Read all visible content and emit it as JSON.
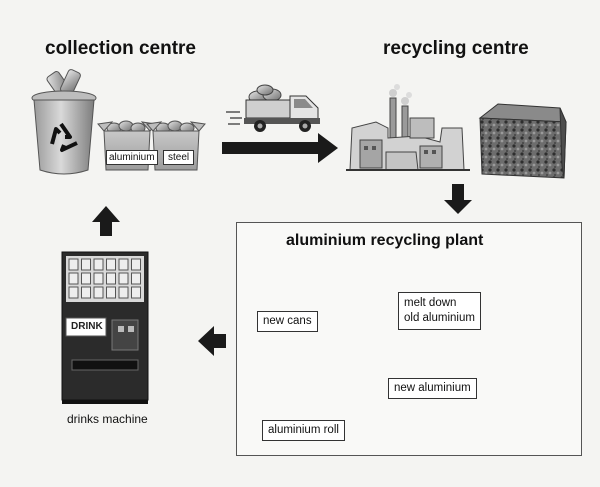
{
  "collection_title": "collection centre",
  "recycling_title": "recycling centre",
  "plant_title": "aluminium recycling plant",
  "box_labels": {
    "aluminium": "aluminium",
    "steel": "steel"
  },
  "vending": {
    "sign": "DRINK",
    "caption": "drinks machine"
  },
  "plant_labels": {
    "new_cans": "new cans",
    "melt_line1": "melt down",
    "melt_line2": "old aluminium",
    "new_aluminium": "new aluminium",
    "aluminium_roll": "aluminium roll"
  },
  "icons": {
    "arrow_color": "#1a1a1a",
    "outline_arrow_color": "#ffffff",
    "recycle_symbol": "recycle-icon"
  }
}
